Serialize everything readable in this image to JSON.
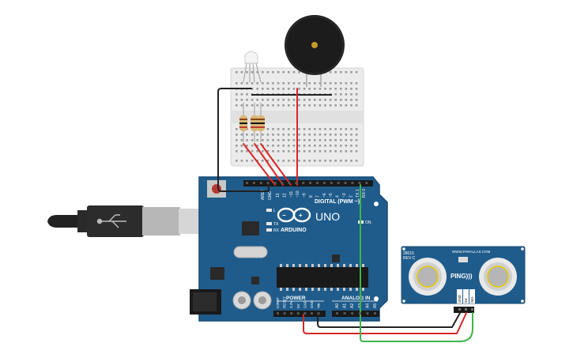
{
  "board": {
    "brand": "ARDUINO",
    "model": "UNO",
    "digital_label": "DIGITAL (PWM ~)",
    "power_label": "POWER",
    "analog_label": "ANALOG IN",
    "on_label": "ON",
    "tx_label": "TX",
    "rx_label": "RX",
    "l_label": "L",
    "aref_label": "AREF",
    "gnd_label": "GND",
    "digital_pins": [
      "13",
      "12",
      "~11",
      "~10",
      "~9",
      "8",
      "7",
      "~6",
      "~5",
      "4",
      "~3",
      "2",
      "TX 1",
      "RX 0"
    ],
    "power_pins": [
      "IOREF",
      "RESET",
      "3.3V",
      "5V",
      "GND",
      "GND",
      "Vin"
    ],
    "analog_pins": [
      "A0",
      "A1",
      "A2",
      "A3",
      "A4",
      "A5"
    ]
  },
  "sensor": {
    "part_number": "28015",
    "revision": "REV C",
    "url": "WWW.PARALLAX.COM",
    "name": "PING)))",
    "pins": [
      "GND",
      "5V",
      "SIG"
    ]
  },
  "colors": {
    "board": "#1f5c8c",
    "board_edge": "#174a72",
    "breadboard": "#ebebeb",
    "wire_red": "#d92626",
    "wire_black": "#222222",
    "wire_green": "#3db54a",
    "sensor": "#1f5c8c",
    "buzzer": "#1c1c1c"
  }
}
